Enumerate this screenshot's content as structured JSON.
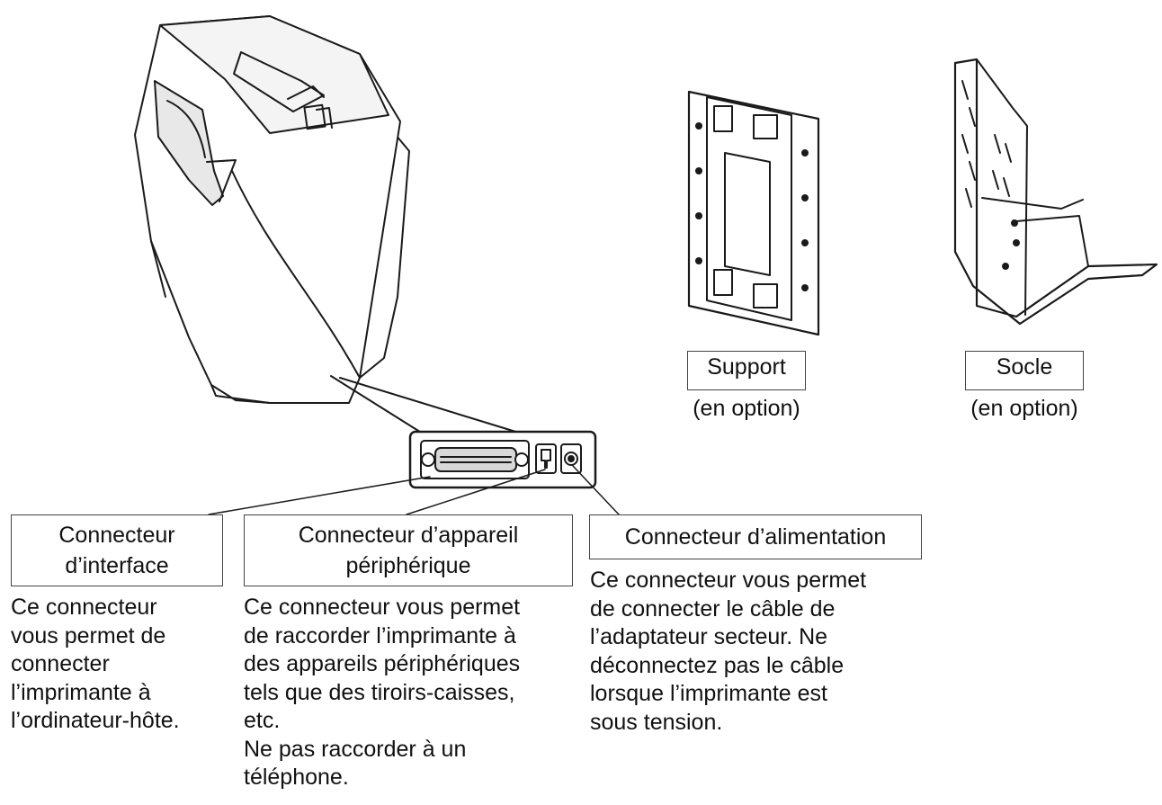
{
  "accessories": [
    {
      "label": "Support",
      "note": "(en option)"
    },
    {
      "label": "Socle",
      "note": "(en option)"
    }
  ],
  "connectors": [
    {
      "label_lines": [
        "Connecteur",
        "d’interface"
      ],
      "description": "Ce connecteur\nvous permet de\nconnecter\nl’imprimante à\nl’ordinateur-hôte."
    },
    {
      "label_lines": [
        "Connecteur d’appareil",
        "périphérique"
      ],
      "description": "Ce connecteur vous permet\nde raccorder l’imprimante à\ndes appareils périphériques\ntels que des tiroirs-caisses,\netc.\nNe pas raccorder à un\ntéléphone."
    },
    {
      "label_lines": [
        "Connecteur d’alimentation"
      ],
      "description": "Ce connecteur vous permet\nde connecter le câble de\nl’adaptateur secteur. Ne\ndéconnectez pas le câble\nlorsque l’imprimante est\nsous tension."
    }
  ]
}
